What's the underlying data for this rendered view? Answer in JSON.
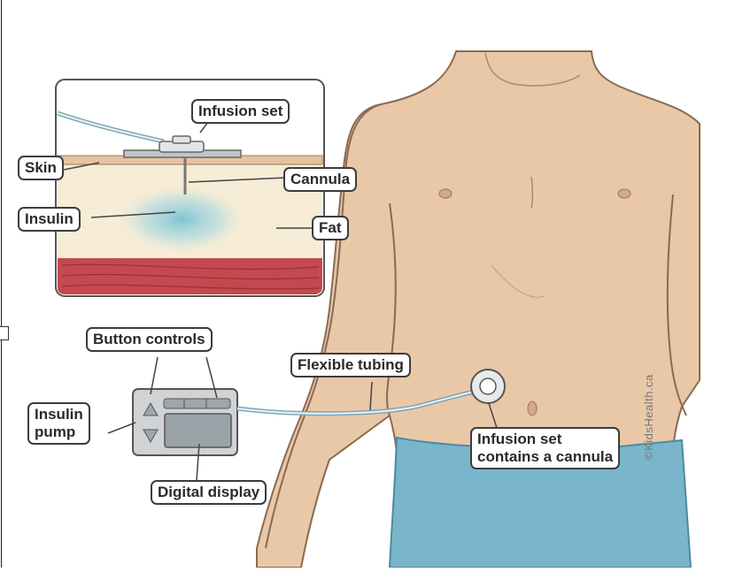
{
  "labels": {
    "infusion_set": "Infusion set",
    "skin": "Skin",
    "cannula": "Cannula",
    "insulin": "Insulin",
    "fat": "Fat",
    "button_controls": "Button controls",
    "flexible_tubing": "Flexible tubing",
    "insulin_pump_line1": "Insulin",
    "insulin_pump_line2": "pump",
    "infusion_set_cannula_line1": "Infusion set",
    "infusion_set_cannula_line2": "contains a cannula",
    "digital_display": "Digital display"
  },
  "credit": "©KidsHealth.ca",
  "colors": {
    "skin_tone": "#e7c6a6",
    "skin_outline": "#8a6a52",
    "fat_layer": "#f7ecd6",
    "muscle": "#c2474f",
    "insulin_spot": "#7cc6d6",
    "shorts": "#79b5c9",
    "pump_body": "#cfd3d6",
    "pump_screen": "#9aa3a8"
  }
}
